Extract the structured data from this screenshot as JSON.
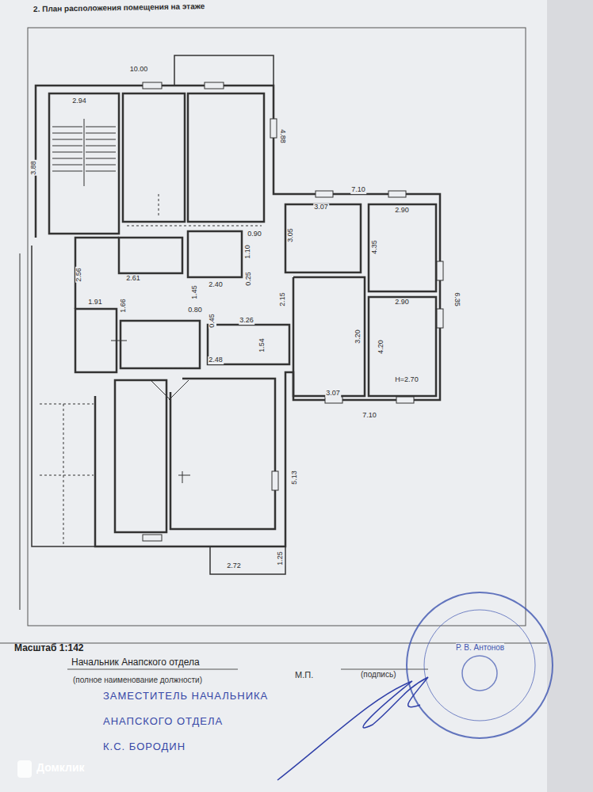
{
  "diagram": {
    "title": "2. План расположения помещения на этаже",
    "labels": [
      "10.00",
      "2.94",
      "3.88",
      "4.88",
      "7.10",
      "3.07",
      "2.90",
      "3.05",
      "4.35",
      "6.35",
      "2.90",
      "4.20",
      "H=2.70",
      "3.20",
      "2.15",
      "0.90",
      "1.10",
      "0.25",
      "2.56",
      "2.61",
      "2.40",
      "1.91",
      "1.66",
      "0.80",
      "0.45",
      "3.26",
      "1.54",
      "2.48",
      "1.45",
      "5.13",
      "7.10",
      "3.07",
      "2.72",
      "1.25",
      "Масштаб 1:142",
      "Начальник Анапского отдела",
      "(полное наименование должности)",
      "М.П.",
      "(подпись)",
      "Р. В. Антонов",
      "ЗАМЕСТИТЕЛЬ НАЧАЛЬНИКА",
      "АНАПСКОГО ОТДЕЛА",
      "К.С. БОРОДИН",
      "Домклик"
    ]
  }
}
